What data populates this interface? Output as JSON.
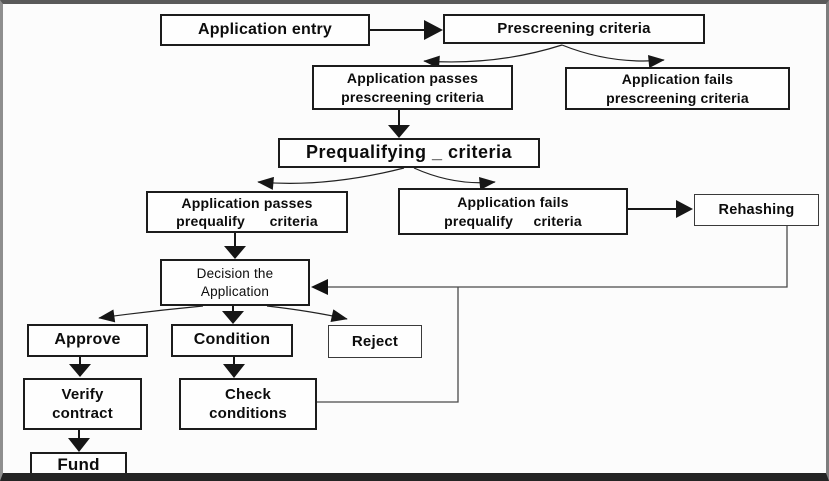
{
  "diagram": {
    "nodes": {
      "application_entry": "Application entry",
      "prescreening_criteria": "Prescreening criteria",
      "passes_prescreening": "Application passes\nprescreening criteria",
      "fails_prescreening": "Application fails\nprescreening criteria",
      "prequalifying_criteria": "Prequalifying _ criteria",
      "passes_prequalify": "Application passes\nprequalify      criteria",
      "fails_prequalify": "Application fails\nprequalify     criteria",
      "rehashing": "Rehashing",
      "decision": "Decision the\nApplication",
      "approve": "Approve",
      "condition": "Condition",
      "reject": "Reject",
      "verify_contract": "Verify\ncontract",
      "check_conditions": "Check\nconditions",
      "fund": "Fund"
    },
    "edges": [
      {
        "from": "application_entry",
        "to": "prescreening_criteria"
      },
      {
        "from": "prescreening_criteria",
        "to": "passes_prescreening"
      },
      {
        "from": "prescreening_criteria",
        "to": "fails_prescreening"
      },
      {
        "from": "passes_prescreening",
        "to": "prequalifying_criteria"
      },
      {
        "from": "prequalifying_criteria",
        "to": "passes_prequalify"
      },
      {
        "from": "prequalifying_criteria",
        "to": "fails_prequalify"
      },
      {
        "from": "fails_prequalify",
        "to": "rehashing"
      },
      {
        "from": "passes_prequalify",
        "to": "decision"
      },
      {
        "from": "rehashing",
        "to": "decision"
      },
      {
        "from": "check_conditions",
        "to": "decision"
      },
      {
        "from": "decision",
        "to": "approve"
      },
      {
        "from": "decision",
        "to": "condition"
      },
      {
        "from": "decision",
        "to": "reject"
      },
      {
        "from": "approve",
        "to": "verify_contract"
      },
      {
        "from": "condition",
        "to": "check_conditions"
      },
      {
        "from": "verify_contract",
        "to": "fund"
      }
    ],
    "colors": {
      "background": "#fcfcfc",
      "box_border": "#1c1c1c",
      "line": "#1a1a1a",
      "text": "#0c0c0c"
    }
  }
}
